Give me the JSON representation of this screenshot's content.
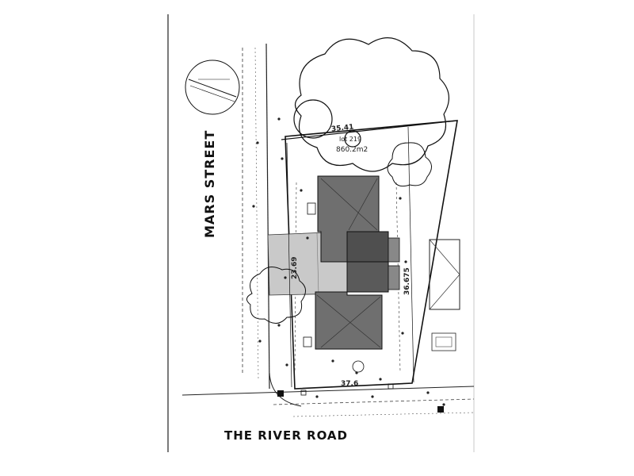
{
  "streets": {
    "vertical": "MARS STREET",
    "horizontal": "THE RIVER ROAD"
  },
  "lot": {
    "number": "lot 219",
    "area": "860.2m2"
  },
  "dimensions": {
    "north_boundary": "35.41",
    "south_boundary": "37.6",
    "west_boundary": "23.69",
    "east_boundary": "36.675"
  },
  "colors": {
    "line": "#222222",
    "dwelling": "#6f6f6f",
    "dwelling_dark": "#4f4f4f",
    "driveway": "#c9c9c9",
    "paper": "#ffffff"
  },
  "icons": {
    "north_arrow": "north-arrow-icon"
  }
}
